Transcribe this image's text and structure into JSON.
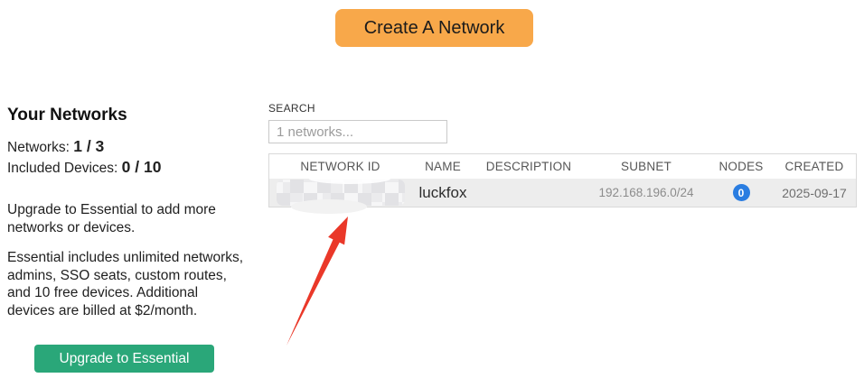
{
  "create_button": {
    "label": "Create A Network",
    "bg_color": "#f8a84a"
  },
  "sidebar": {
    "title": "Your Networks",
    "stats": [
      {
        "label": "Networks:",
        "value": "1 / 3"
      },
      {
        "label": "Included Devices:",
        "value": "0 / 10"
      }
    ],
    "paragraphs": [
      "Upgrade to Essential to add more networks or devices.",
      "Essential includes unlimited networks, admins, SSO seats, custom routes, and 10 free devices. Additional devices are billed at $2/month."
    ],
    "upgrade_button": {
      "label": "Upgrade to Essential",
      "bg_color": "#2aa779"
    }
  },
  "search": {
    "label": "SEARCH",
    "placeholder": "1 networks..."
  },
  "table": {
    "headers": [
      "NETWORK ID",
      "NAME",
      "DESCRIPTION",
      "SUBNET",
      "NODES",
      "CREATED"
    ],
    "rows": [
      {
        "network_id_redacted": true,
        "name": "luckfox",
        "description": "",
        "subnet": "192.168.196.0/24",
        "nodes": "0",
        "created": "2025-09-17"
      }
    ],
    "row_bg_color": "#ededed",
    "nodes_badge_color": "#2a7de1"
  },
  "annotation": {
    "type": "red-arrow",
    "color": "#ea3829",
    "points_at": "network-id-redacted"
  }
}
